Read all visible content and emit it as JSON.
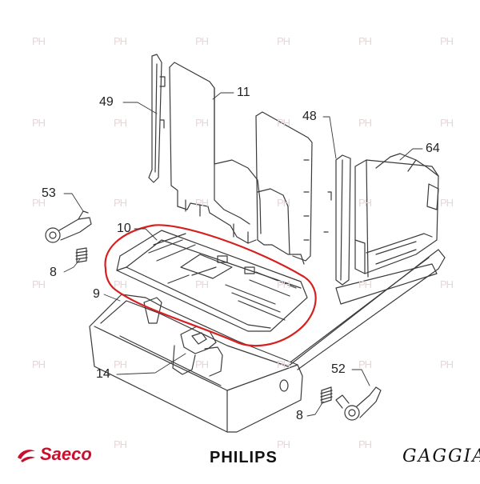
{
  "callouts": [
    {
      "label": "49"
    },
    {
      "label": "11"
    },
    {
      "label": "48"
    },
    {
      "label": "64"
    },
    {
      "label": "53"
    },
    {
      "label": "10"
    },
    {
      "label": "8"
    },
    {
      "label": "9"
    },
    {
      "label": "14"
    },
    {
      "label": "52"
    },
    {
      "label": "8"
    }
  ],
  "watermark": {
    "text": "PH"
  },
  "brands": {
    "saeco": "Saeco",
    "philips": "PHILIPS",
    "gaggia": "GAGGIA"
  },
  "colors": {
    "line": "#3a3a3a",
    "highlight": "#d62020",
    "watermark": "#efd3d3",
    "saeco_red": "#c8102e"
  }
}
